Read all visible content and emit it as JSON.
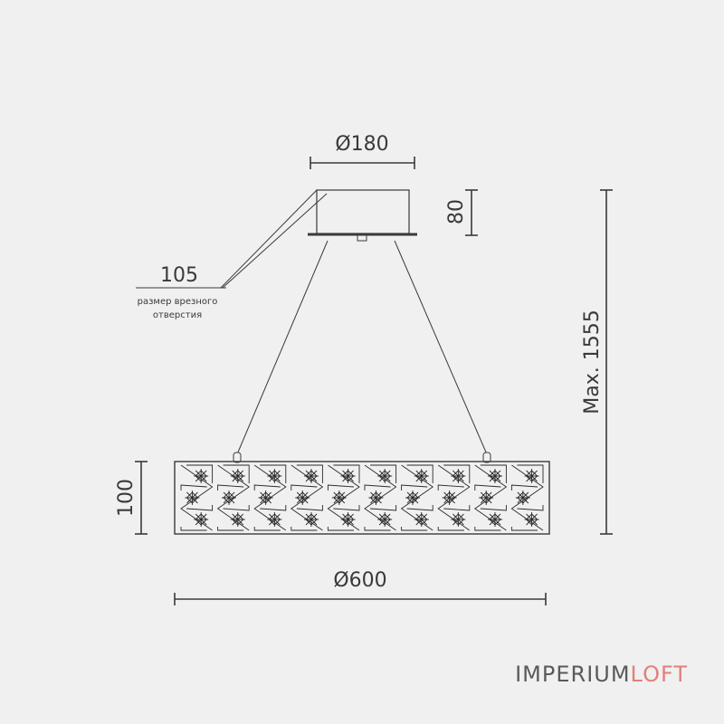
{
  "dimensions": {
    "canopy_diameter": "Ø180",
    "canopy_height": "80",
    "cutout_value": "105",
    "cutout_note_line1": "размер врезного",
    "cutout_note_line2": "отверстия",
    "body_height": "100",
    "body_diameter": "Ø600",
    "max_height": "Max. 1555"
  },
  "brand": {
    "part1": "IMPERIUM",
    "part2": "LOFT",
    "color_part1": "#5a5a5a",
    "color_part2": "#e1807a"
  },
  "colors": {
    "background": "#f0f0f0",
    "line": "#3a3a3a"
  },
  "pattern": {
    "module_count": 10
  }
}
